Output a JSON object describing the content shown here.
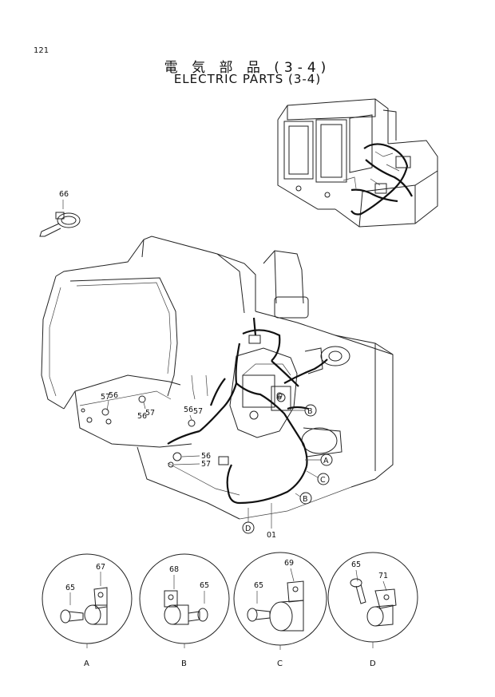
{
  "page_number": "121",
  "title_jp": "電 気 部 品 (3-4)",
  "title_en": "ELECTRIC PARTS (3-4)",
  "parts": {
    "p66": "66",
    "p56a": "56",
    "p57a": "57",
    "p56b": "56",
    "p57b": "57",
    "p56c": "56",
    "p57c": "57",
    "p56d": "56",
    "p57d": "57",
    "p01": "01"
  },
  "callouts": {
    "B1": "B",
    "A1": "A",
    "C1": "C",
    "B2": "B",
    "D1": "D"
  },
  "details": [
    {
      "id": "A",
      "parts": [
        "67",
        "65"
      ]
    },
    {
      "id": "B",
      "parts": [
        "68",
        "65"
      ]
    },
    {
      "id": "C",
      "parts": [
        "69",
        "65"
      ]
    },
    {
      "id": "D",
      "parts": [
        "65",
        "71"
      ]
    }
  ]
}
